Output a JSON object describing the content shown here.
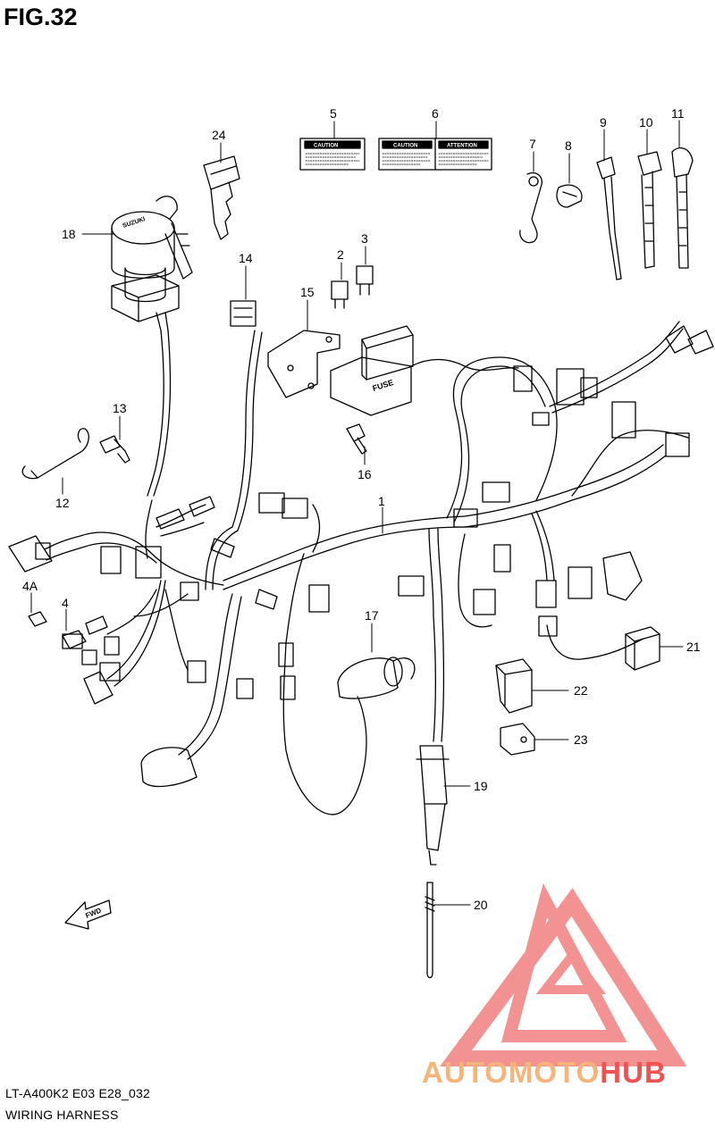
{
  "figure": {
    "title": "FIG.32",
    "model_code": "LT-A400K2 E03 E28_032",
    "section_name": "WIRING HARNESS"
  },
  "callouts": [
    "1",
    "2",
    "3",
    "4",
    "4A",
    "5",
    "6",
    "7",
    "8",
    "9",
    "10",
    "11",
    "12",
    "13",
    "14",
    "15",
    "16",
    "17",
    "18",
    "19",
    "20",
    "21",
    "22",
    "23",
    "24"
  ],
  "decals": {
    "caution_left": "CAUTION",
    "caution_right": "CAUTION",
    "attention": "ATTENTION"
  },
  "part_text": {
    "fuse": "FUSE",
    "fwd": "FWD",
    "ignition_brand": "SUZUKI"
  },
  "watermark": {
    "part1": "AUTOMOTO",
    "part2": "HUB",
    "color1": "#f7b47a",
    "color2": "#ef5350"
  },
  "colors": {
    "line": "#000000",
    "logo": "#f08080"
  }
}
